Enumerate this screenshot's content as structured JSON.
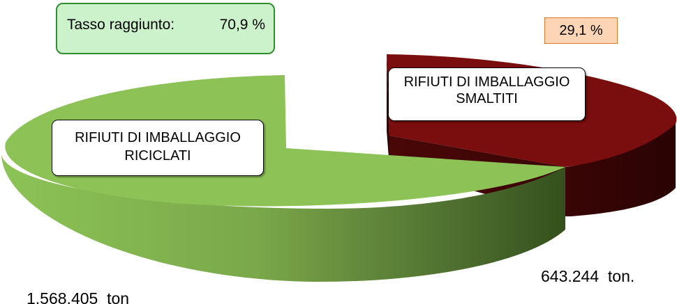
{
  "chart_data": {
    "type": "pie",
    "variant": "3d-exploded",
    "slices": [
      {
        "label_line1": "RIFIUTI DI IMBALLAGGIO",
        "label_line2": "RICICLATI",
        "value": 1568405,
        "value_text": "1.568.405  ton",
        "color_top": "#8dc356",
        "color_side": "#3a5a20"
      },
      {
        "label_line1": "RIFIUTI DI IMBALLAGGIO",
        "label_line2": "SMALTITI",
        "value": 643244,
        "value_text": "643.244  ton.",
        "percent_text": "29,1 %",
        "color_top": "#7a0d0d",
        "color_side": "#3a0505"
      }
    ],
    "rate": {
      "label": "Tasso raggiunto:",
      "value_text": "70,9 %"
    }
  }
}
